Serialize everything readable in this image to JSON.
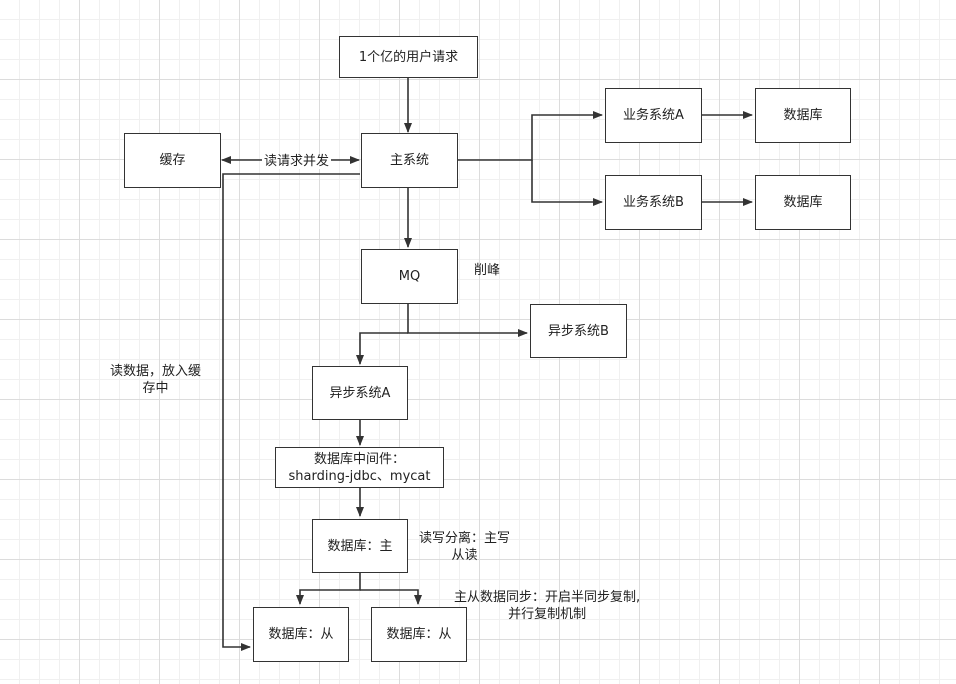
{
  "nodes": {
    "user_requests": "1个亿的用户请求",
    "cache": "缓存",
    "main_system": "主系统",
    "business_a": "业务系统A",
    "db_a": "数据库",
    "business_b": "业务系统B",
    "db_b": "数据库",
    "mq": "MQ",
    "async_b": "异步系统B",
    "async_a": "异步系统A",
    "db_middleware_line1": "数据库中间件：",
    "db_middleware_line2": "sharding-jdbc、mycat",
    "db_master": "数据库：主",
    "db_slave1": "数据库：从",
    "db_slave2": "数据库：从"
  },
  "labels": {
    "read_concurrency": "读请求并发",
    "peak_shaving": "削峰",
    "read_to_cache_line1": "读数据，放入缓",
    "read_to_cache_line2": "存中",
    "rw_split_line1": "读写分离：主写",
    "rw_split_line2": "从读",
    "sync_line1": "主从数据同步：开启半同步复制,",
    "sync_line2": "并行复制机制"
  },
  "colors": {
    "stroke": "#333333",
    "grid_major": "#dcdcdc",
    "grid_minor": "#f0f0f0"
  }
}
